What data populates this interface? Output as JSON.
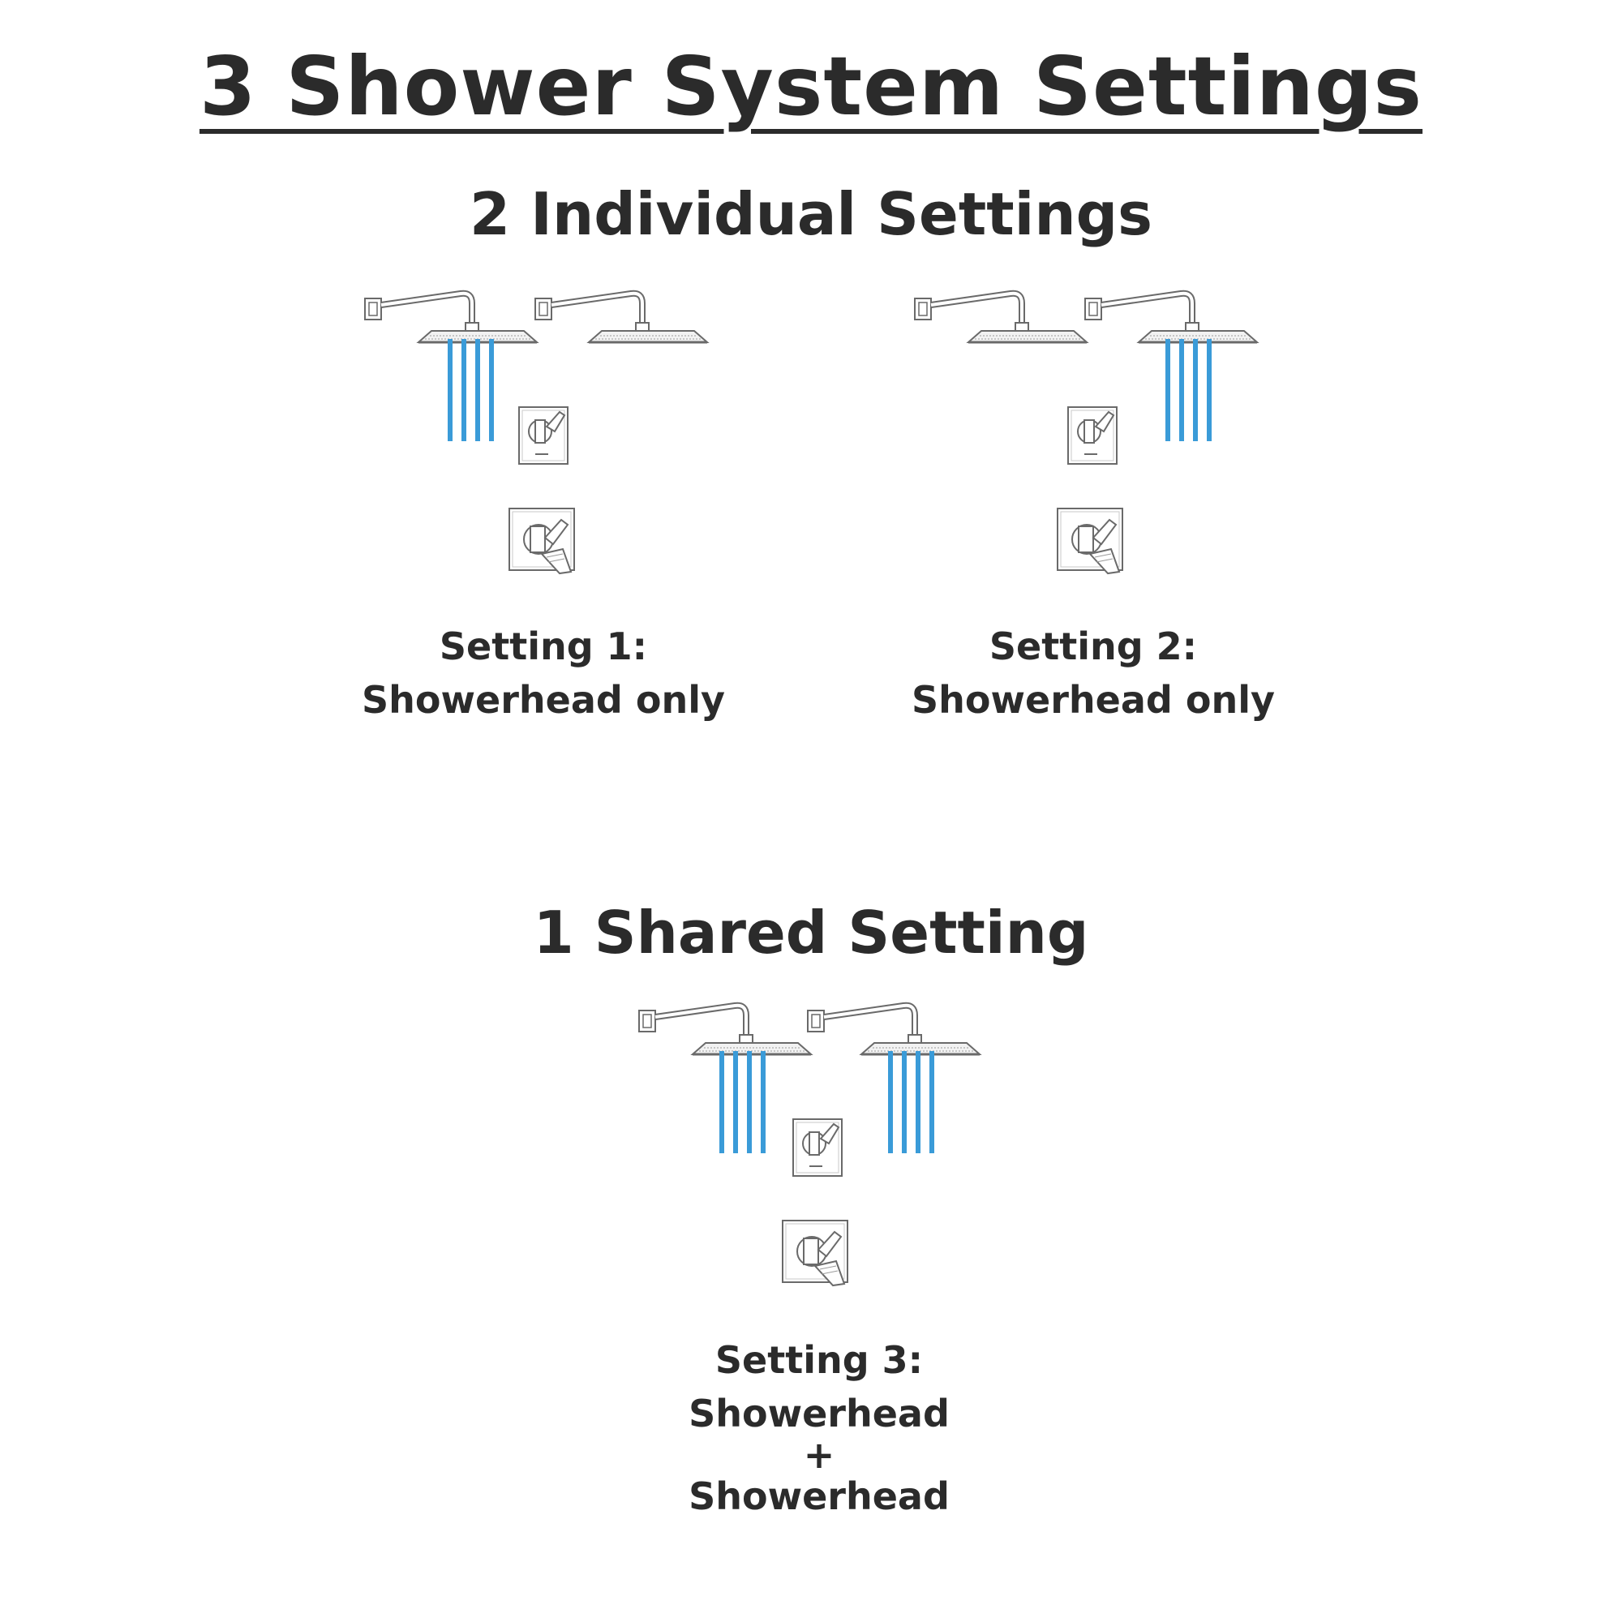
{
  "title": "3 Shower System Settings",
  "sections": {
    "individual": {
      "title": "2 Individual Settings",
      "settings": [
        {
          "label": "Setting 1:",
          "description": "Showerhead only",
          "active_heads": [
            1
          ]
        },
        {
          "label": "Setting 2:",
          "description": "Showerhead only",
          "active_heads": [
            2
          ]
        }
      ]
    },
    "shared": {
      "title": "1 Shared Setting",
      "setting": {
        "label": "Setting 3:",
        "line1": "Showerhead",
        "plus": "+",
        "line2": "Showerhead",
        "active_heads": [
          1,
          2
        ]
      }
    }
  },
  "colors": {
    "water": "#3a9bd8",
    "text": "#2b2b2b",
    "fixture_stroke": "#6a6a6a"
  },
  "icons": [
    "showerhead-icon",
    "diverter-valve-icon",
    "thermostatic-valve-icon",
    "water-spray-icon"
  ]
}
